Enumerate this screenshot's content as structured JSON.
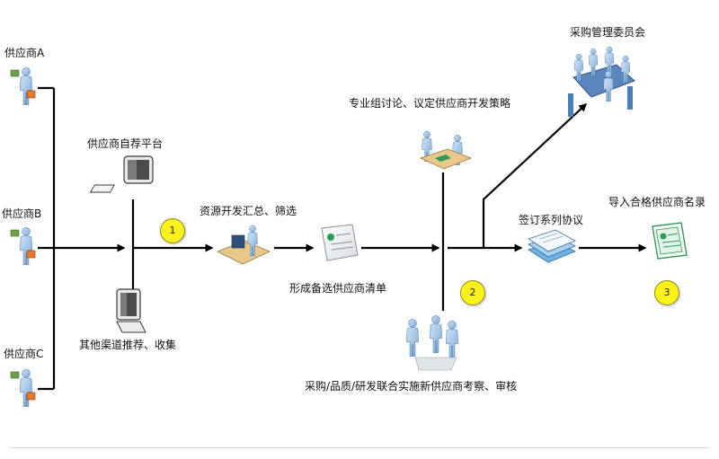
{
  "suppliers": [
    {
      "label": "供应商A"
    },
    {
      "label": "供应商B"
    },
    {
      "label": "供应商C"
    }
  ],
  "channels": {
    "self_recommend": "供应商自荐平台",
    "other_channels": "其他渠道推荐、收集"
  },
  "steps": {
    "aggregate": "资源开发汇总、筛选",
    "candidate_list": "形成备选供应商清单",
    "expert_discussion": "专业组讨论、议定供应商开发策略",
    "committee": "采购管理委员会",
    "sign_agreements": "签订系列协议",
    "import_qualified": "导入合格供应商名录",
    "joint_audit": "采购/品质/研发联合实施新供应商考察、审核"
  },
  "badges": [
    "1",
    "2",
    "3"
  ],
  "colors": {
    "arrow": "#000000",
    "badge_fill": "#fbf21c",
    "person_body": "#9cc3e6",
    "person_dark": "#4a7fb4",
    "document_green": "#2f9a56",
    "desk": "#e8c88a",
    "monitor": "#3a3a3a"
  },
  "icons": [
    "person-with-bag-icon",
    "computer-icon",
    "desk-worker-icon",
    "document-icon",
    "meeting-table-icon",
    "team-icon",
    "stacked-documents-icon",
    "certificate-icon",
    "committee-icon"
  ]
}
